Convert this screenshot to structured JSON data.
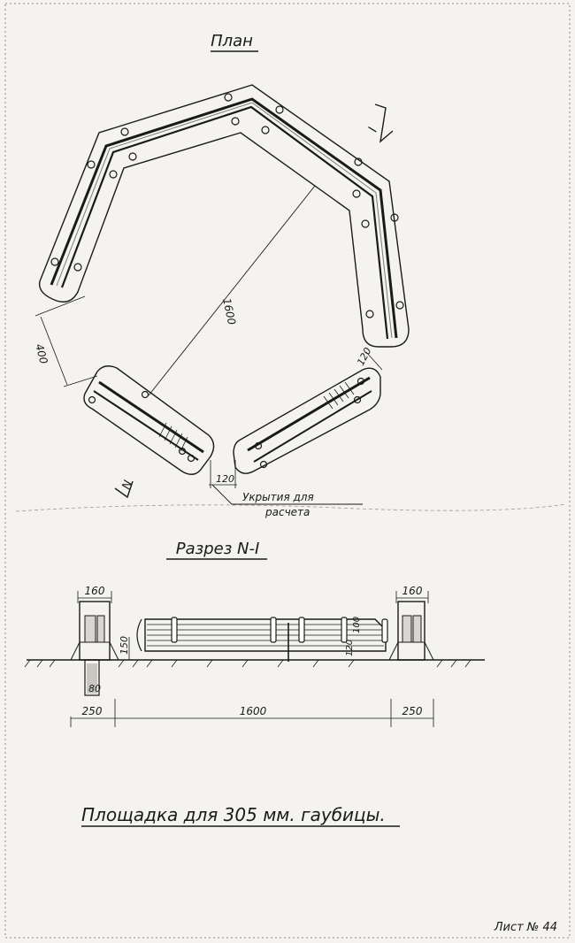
{
  "plan": {
    "title": "План",
    "section_mark": "I",
    "dims": {
      "span": "1600",
      "offset": "400",
      "gap_right": "120",
      "gap_bottom": "120"
    },
    "note_line1": "Укрытия для",
    "note_line2": "расчета",
    "section_mark_bottom": "N"
  },
  "section": {
    "title": "Разрез N-I",
    "dims": {
      "left_width": "160",
      "right_width": "160",
      "left_height": "150",
      "depth": "80",
      "rail_height_a": "120",
      "rail_height_b": "100",
      "left_base": "250",
      "span": "1600",
      "right_base": "250"
    }
  },
  "caption": "Площадка для 305 мм. гаубицы.",
  "sheet_number": "Лист № 44"
}
